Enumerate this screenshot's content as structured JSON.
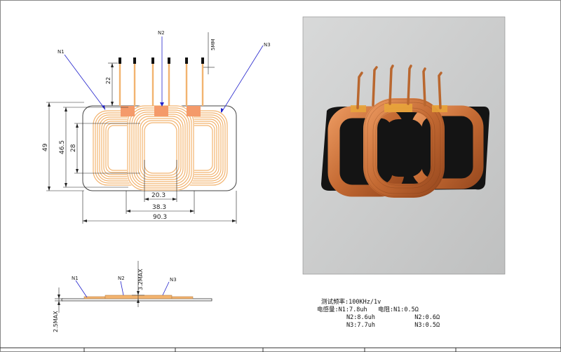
{
  "drawing": {
    "coil_labels": {
      "n1": "N1",
      "n2": "N2",
      "n3": "N3"
    },
    "dimensions": {
      "lead_length": "22",
      "lead_pitch": "5MM",
      "overall_height": "49",
      "coil_height": "46.5",
      "window_height": "28",
      "inner_width": "20.3",
      "center_width": "38.3",
      "overall_width": "90.3"
    },
    "side_view": {
      "labels": {
        "n1": "N1",
        "n2": "N2",
        "n3": "N3"
      },
      "max_thickness": "3.2MAX",
      "base_thickness": "2.5MAX"
    }
  },
  "specs": {
    "test_freq_label": "测试频率:",
    "test_freq_value": "100KHz/1v",
    "inductance_label": "电感量:",
    "resistance_label": "电阻:",
    "n1_inductance": "N1:7.8uh",
    "n2_inductance": "N2:8.6uh",
    "n3_inductance": "N3:7.7uh",
    "n1_resistance": "N1:0.5Ω",
    "n2_resistance": "N2:0.6Ω",
    "n3_resistance": "N3:0.5Ω"
  },
  "colors": {
    "copper": "#f2b36f",
    "pad": "#f49a6a",
    "outline": "#333333",
    "leader": "#2222cc",
    "photo_bg": "#cfd0d0"
  }
}
